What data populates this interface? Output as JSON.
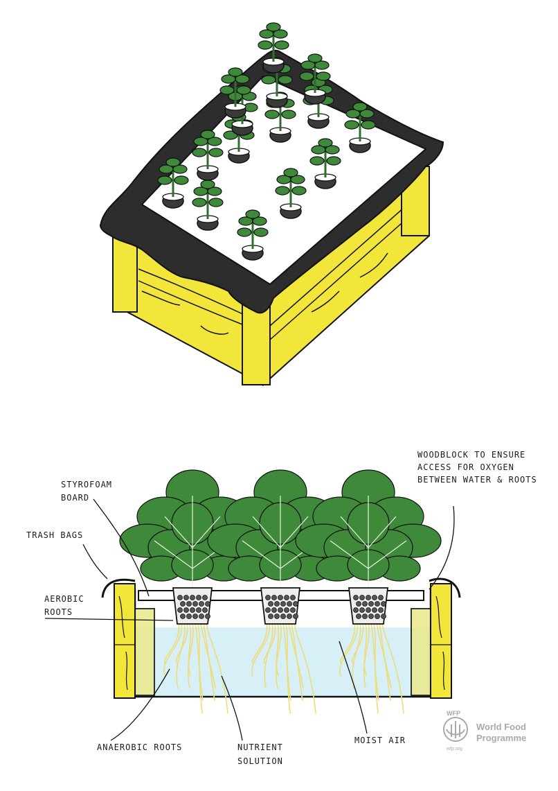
{
  "labels": {
    "styrofoam": [
      "STYROFOAM",
      "BOARD"
    ],
    "trash_bags": "TRASH BAGS",
    "aerobic": [
      "AEROBIC",
      "ROOTS"
    ],
    "woodblock": [
      "WOODBLOCK TO ENSURE",
      "ACCESS FOR OXYGEN",
      "BETWEEN WATER & ROOTS"
    ],
    "anaerobic": "ANAEROBIC ROOTS",
    "nutrient": [
      "NUTRIENT",
      "SOLUTION"
    ],
    "moist_air": "MOIST AIR"
  },
  "logo": {
    "acronym": "WFP",
    "name_line1": "World Food",
    "name_line2": "Programme",
    "url": "wfp.org"
  },
  "colors": {
    "wood": "#f2e63a",
    "wood_dark": "#d9c726",
    "plastic": "#2d2d2d",
    "board": "#ffffff",
    "leaf": "#3f8a3a",
    "leaf_dark": "#2f6e2c",
    "water": "#d7f0f7",
    "roots": "#eedc7a",
    "outline": "#111111"
  }
}
